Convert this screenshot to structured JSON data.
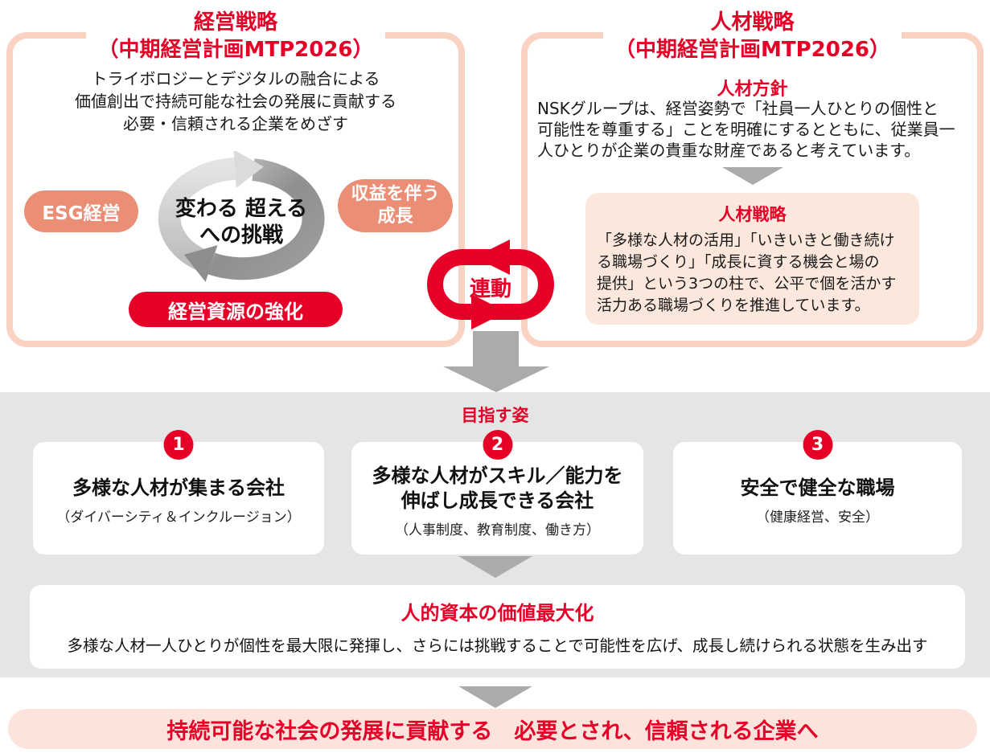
{
  "colors": {
    "red": "#E60027",
    "salmon": "#EB8E76",
    "panel_border": "#F9D2C2",
    "pink_light": "#FBE7DC",
    "footer_pink": "#FCE4DC",
    "section_gray": "#E5E5E5",
    "arrow_gray": "#ABABAB"
  },
  "icons": {
    "cycle": "cycle-arrows-icon",
    "linkage": "linkage-cycle-icon",
    "down_triangle": "down-triangle-icon",
    "down_block_arrow": "down-block-arrow-icon"
  },
  "management_panel": {
    "title_lines": [
      "経営戦略",
      "（中期経営計画MTP2026）"
    ],
    "mission_lines": [
      "トライボロジーとデジタルの融合による",
      "価値創出で持続可能な社会の発展に貢献する",
      "必要・信頼される企業をめざす"
    ],
    "cycle_center_lines": [
      "変わる 超える",
      "への挑戦"
    ],
    "pill_esg": "ESG経営",
    "pill_growth_lines": [
      "収益を伴う",
      "成長"
    ],
    "pill_resource": "経営資源の強化"
  },
  "linkage_label": "連動",
  "hr_panel": {
    "title_lines": [
      "人材戦略",
      "（中期経営計画MTP2026）"
    ],
    "policy_heading": "人材方針",
    "policy_body_lines": [
      "NSKグループは、経営姿勢で「社員一人ひとりの個性と",
      "可能性を尊重する」ことを明確にするとともに、従業員一",
      "人ひとりが企業の貴重な財産であると考えています。"
    ],
    "strategy_box": {
      "heading": "人材戦略",
      "body_lines": [
        "「多様な人材の活用」「いきいきと働き続け",
        "る職場づくり」「成長に資する機会と場の",
        "提供」という3つの柱で、公平で個を活かす",
        "活力ある職場づくりを推進しています。"
      ]
    }
  },
  "goals_section": {
    "heading": "目指す姿",
    "cards": [
      {
        "number": "1",
        "title": "多様な人材が集まる会社",
        "subtitle": "（ダイバーシティ＆インクルージョン）"
      },
      {
        "number": "2",
        "title": [
          "多様な人材がスキル／能力を",
          "伸ばし成長できる会社"
        ],
        "subtitle": "（人事制度、教育制度、働き方）"
      },
      {
        "number": "3",
        "title": "安全で健全な職場",
        "subtitle": "（健康経営、安全）"
      }
    ],
    "outcome_box": {
      "heading": "人的資本の価値最大化",
      "body": "多様な人材一人ひとりが個性を最大限に発揮し、さらには挑戦することで可能性を広げ、成長し続けられる状態を生み出す"
    }
  },
  "footer_banner": "持続可能な社会の発展に貢献する　必要とされ、信頼される企業へ"
}
